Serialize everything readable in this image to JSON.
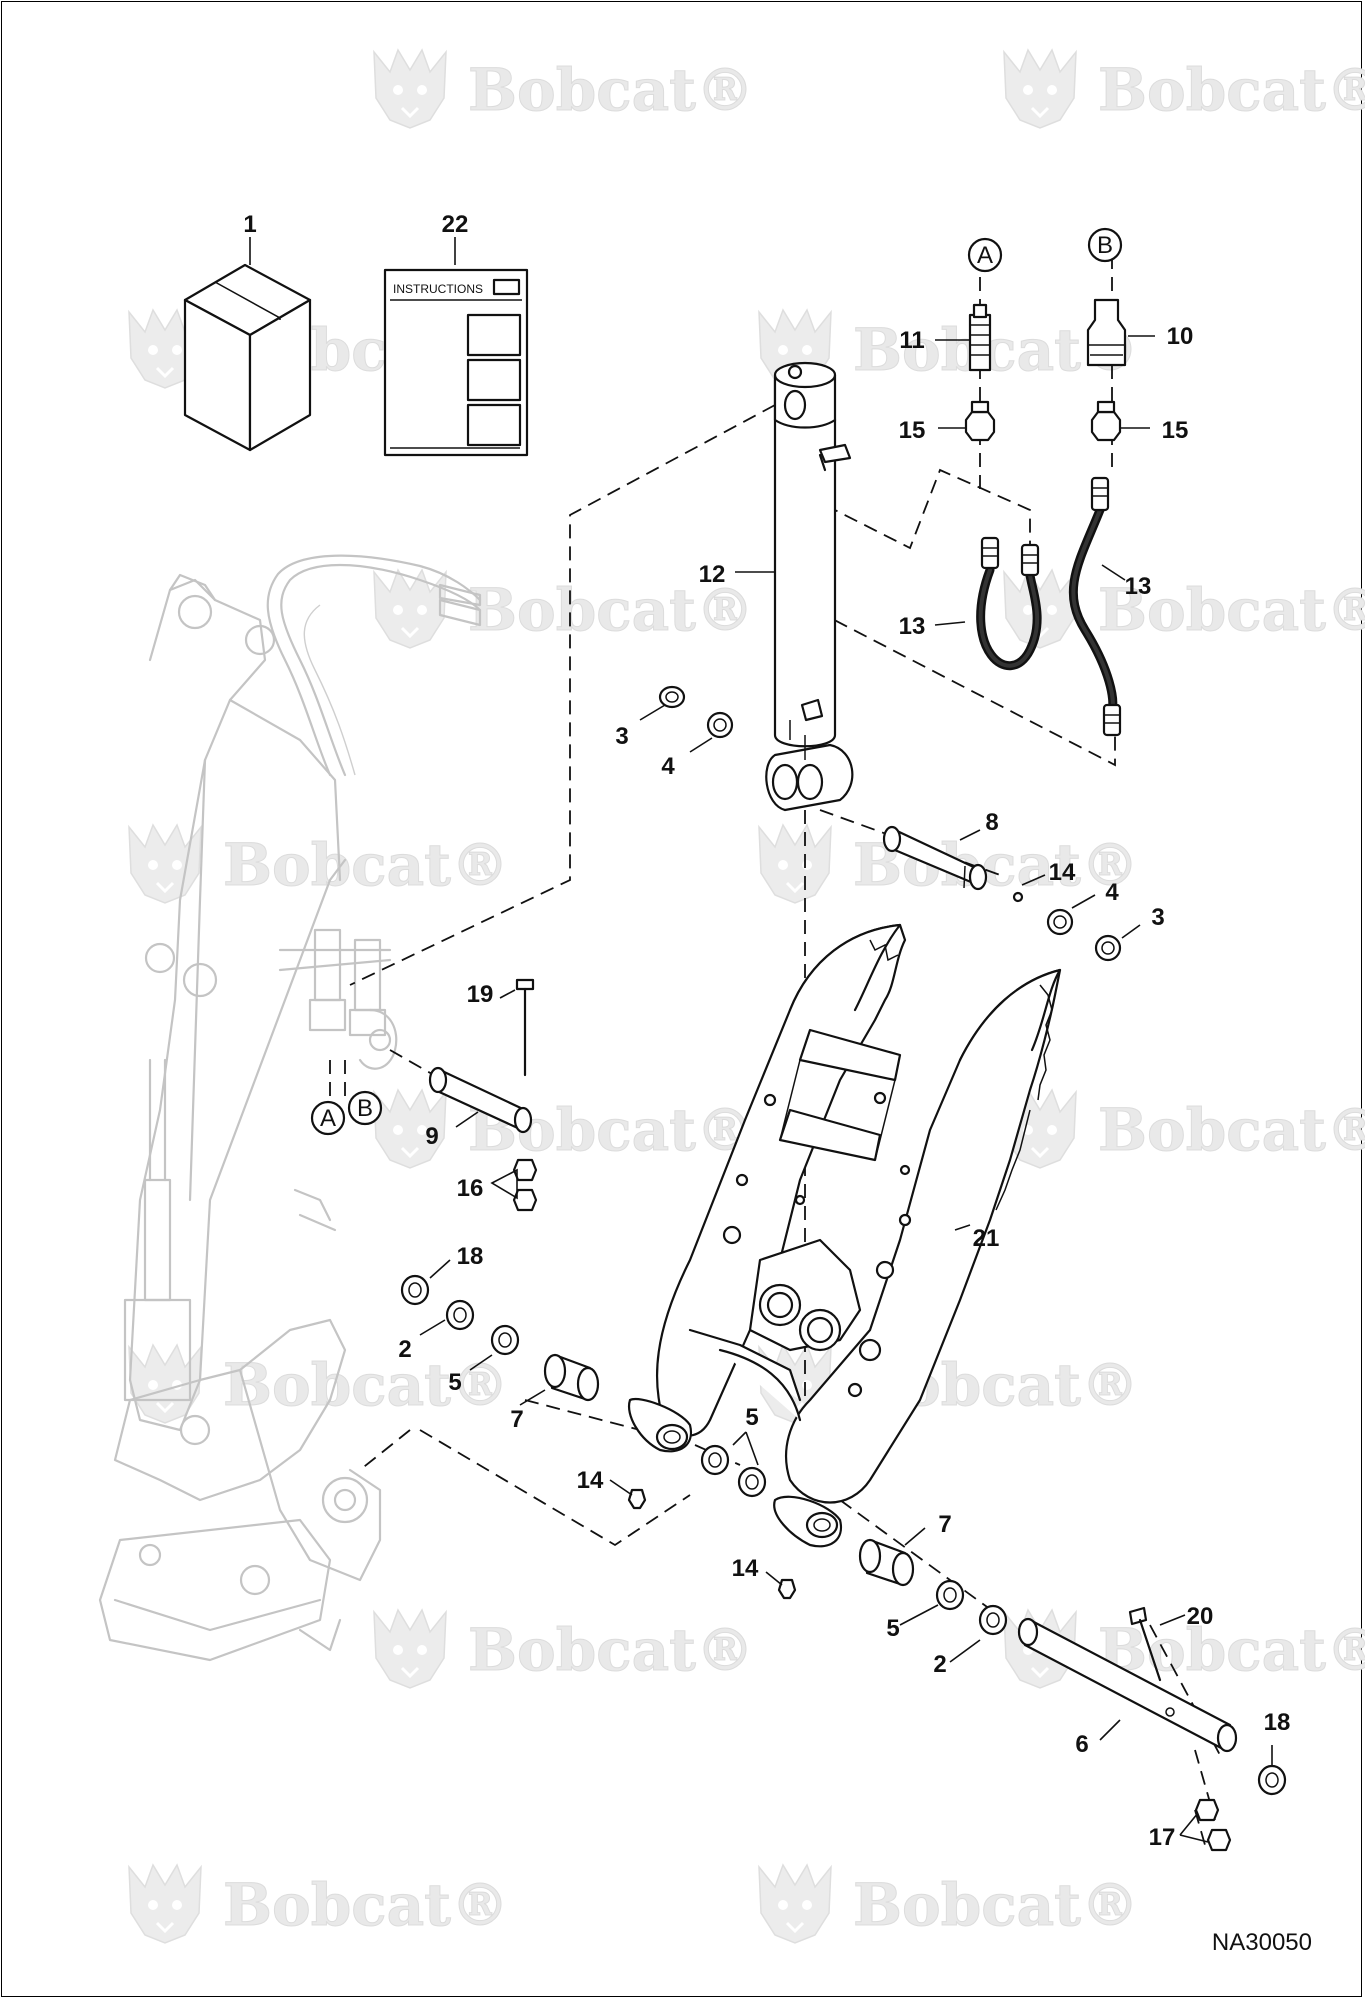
{
  "watermark": {
    "brand": "Bobcat",
    "mark": "®"
  },
  "instructions_sheet": {
    "heading": "INSTRUCTIONS"
  },
  "drawing_code": "NA30050",
  "connector_letters": {
    "a": "A",
    "b": "B"
  },
  "callouts": {
    "c1": "1",
    "c22": "22",
    "c11": "11",
    "c10": "10",
    "c15a": "15",
    "c15b": "15",
    "c12": "12",
    "c13a": "13",
    "c13b": "13",
    "c3a": "3",
    "c4a": "4",
    "c8": "8",
    "c14a": "14",
    "c4b": "4",
    "c3b": "3",
    "c19": "19",
    "c9": "9",
    "c16": "16",
    "c21": "21",
    "c18a": "18",
    "c2a": "2",
    "c5a": "5",
    "c7a": "7",
    "c5b": "5",
    "c14b": "14",
    "c7b": "7",
    "c14c": "14",
    "c5c": "5",
    "c2b": "2",
    "c20": "20",
    "c6": "6",
    "c18b": "18",
    "c17": "17"
  }
}
